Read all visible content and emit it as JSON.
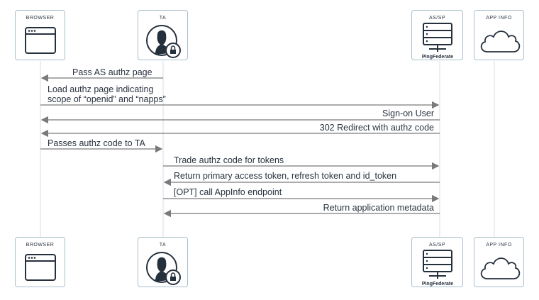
{
  "participants": [
    {
      "id": "browser",
      "label": "BROWSER",
      "icon": "browser-window-icon"
    },
    {
      "id": "ta",
      "label": "TA",
      "icon": "user-lock-icon"
    },
    {
      "id": "as",
      "label": "AS/SP",
      "icon": "server-icon",
      "brand": "PingFederate"
    },
    {
      "id": "app",
      "label": "APP INFO",
      "icon": "cloud-icon"
    }
  ],
  "messages": [
    {
      "text": "Pass AS authz page"
    },
    {
      "text": "Load authz page indicating",
      "text2": "scope of “openid” and “napps”"
    },
    {
      "text": "Sign-on User"
    },
    {
      "text": "302 Redirect with authz code"
    },
    {
      "text": "Passes authz code to TA"
    },
    {
      "text": "Trade authz code for tokens"
    },
    {
      "text": "Return primary access token, refresh token and id_token"
    },
    {
      "text": "[OPT] call AppInfo endpoint"
    },
    {
      "text": "Return application metadata"
    }
  ],
  "colors": {
    "line": "#7a7a7a",
    "lifeline": "#d6dbe6",
    "border": "#a9bfcc",
    "icon": "#25303d"
  }
}
